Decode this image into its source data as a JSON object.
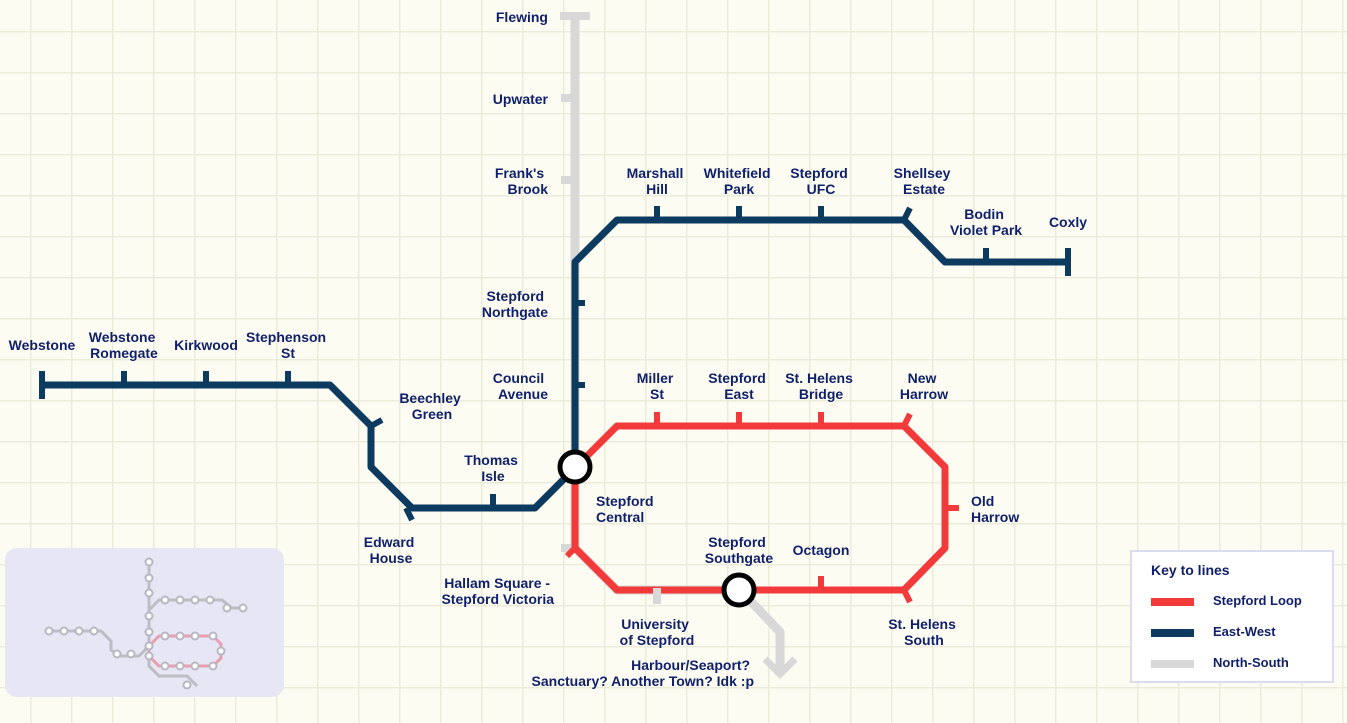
{
  "colors": {
    "stepford_loop": "#f23a3a",
    "east_west": "#0d3b5f",
    "north_south": "#d8d8d8",
    "label": "#0f1f6b"
  },
  "stations": {
    "flewing": "Flewing",
    "upwater": "Upwater",
    "franks_brook": [
      "Frank's",
      "Brook"
    ],
    "stepford_northgate": [
      "Stepford",
      "Northgate"
    ],
    "council_avenue": [
      "Council",
      "Avenue"
    ],
    "marshall_hill": [
      "Marshall",
      "Hill"
    ],
    "whitefield_park": [
      "Whitefield",
      "Park"
    ],
    "stepford_ufc": [
      "Stepford",
      "UFC"
    ],
    "shellsey_estate": [
      "Shellsey",
      "Estate"
    ],
    "bodin_violet_park": [
      "Bodin",
      "Violet Park"
    ],
    "coxly": "Coxly",
    "webstone": "Webstone",
    "webstone_romegate": [
      "Webstone",
      "Romegate"
    ],
    "kirkwood": "Kirkwood",
    "stephenson_st": [
      "Stephenson",
      "St"
    ],
    "beechley_green": [
      "Beechley",
      "Green"
    ],
    "edward_house": [
      "Edward",
      "House"
    ],
    "thomas_isle": [
      "Thomas",
      "Isle"
    ],
    "miller_st": [
      "Miller",
      "St"
    ],
    "stepford_east": [
      "Stepford",
      "East"
    ],
    "st_helens_bridge": [
      "St. Helens",
      "Bridge"
    ],
    "new_harrow": [
      "New",
      "Harrow"
    ],
    "stepford_central": [
      "Stepford",
      "Central"
    ],
    "old_harrow": [
      "Old",
      "Harrow"
    ],
    "stepford_southgate": [
      "Stepford",
      "Southgate"
    ],
    "octagon": "Octagon",
    "hallam_square": [
      "Hallam Square -",
      "Stepford Victoria"
    ],
    "university_of_stepford": [
      "University",
      "of Stepford"
    ],
    "st_helens_south": [
      "St. Helens",
      "South"
    ],
    "harbour_note": [
      "Harbour/Seaport?",
      "Sanctuary? Another Town? Idk :p"
    ]
  },
  "legend": {
    "title": "Key to lines",
    "lines": [
      {
        "name": "Stepford Loop",
        "color": "#f23a3a"
      },
      {
        "name": "East-West",
        "color": "#0d3b5f"
      },
      {
        "name": "North-South",
        "color": "#d8d8d8"
      }
    ]
  }
}
